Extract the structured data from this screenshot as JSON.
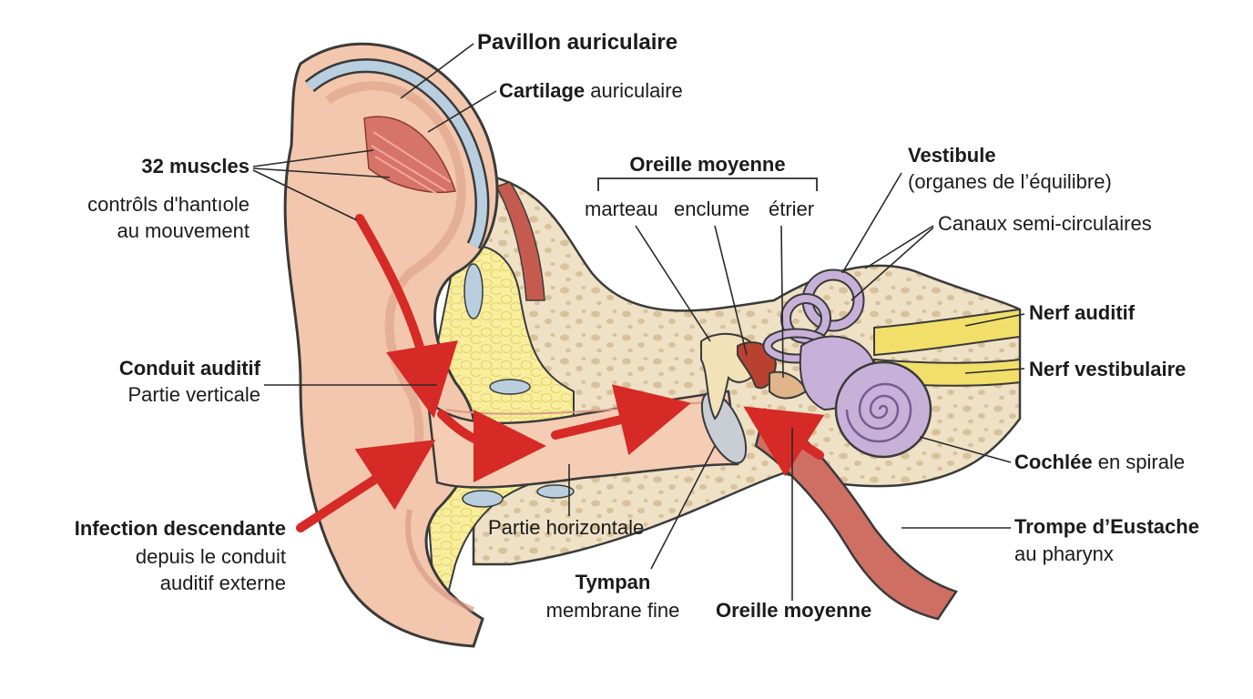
{
  "labels": {
    "pavillon": "Pavillon auriculaire",
    "cartilage_bold": "Cartilage",
    "cartilage_rest": " auriculaire",
    "muscles_title": "32 muscles",
    "muscles_line1": "contrôls d'hantıole",
    "muscles_line2": "au mouvement",
    "conduit_title": "Conduit auditif",
    "conduit_sub": "Partie verticale",
    "infection_title": "Infection descendante",
    "infection_line1": "depuis le conduit",
    "infection_line2": "auditif externe",
    "oreille_moyenne_top": "Oreille moyenne",
    "marteau": "marteau",
    "enclume": "enclume",
    "etrier": "étrier",
    "vestibule_title": "Vestibule",
    "vestibule_sub": "(organes de l’équilibre)",
    "canaux": "Canaux semi-circulaires",
    "nerf_auditif": "Nerf auditif",
    "nerf_vestibulaire": "Nerf vestibulaire",
    "cochlee_bold": "Cochlée",
    "cochlee_rest": " en spirale",
    "trompe_title": "Trompe d’Eustache",
    "trompe_sub": "au pharynx",
    "partie_horizontale": "Partie horizontale",
    "tympan_title": "Tympan",
    "tympan_sub": "membrane fine",
    "oreille_moyenne_bottom": "Oreille moyenne"
  },
  "colors": {
    "skin": "#f3c7ad",
    "skin_dark": "#d99a83",
    "cartilage": "#b9cfe0",
    "bone": "#ecdcc0",
    "fat": "#f7ec9a",
    "arrow": "#d62a26",
    "inner_ear": "#c8b1d9",
    "nerve": "#f1df6a"
  }
}
